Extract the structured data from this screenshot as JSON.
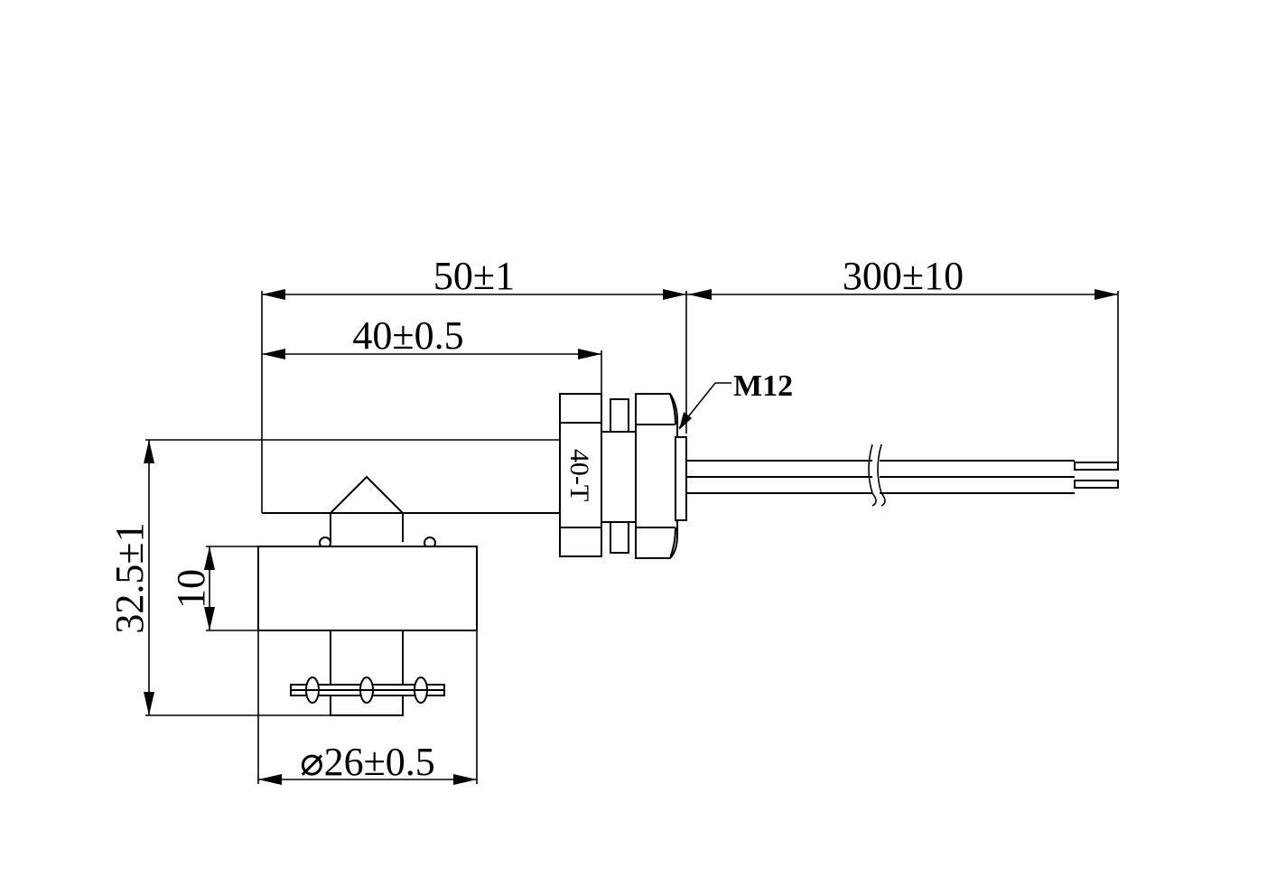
{
  "dimensions": {
    "overall_length": "50±1",
    "float_length": "40±0.5",
    "cable_length": "300±10",
    "height": "32.5±1",
    "float_height": "10",
    "float_diameter": "⌀26±0.5"
  },
  "callouts": {
    "thread": "M12"
  },
  "marking": {
    "model": "40-T"
  }
}
